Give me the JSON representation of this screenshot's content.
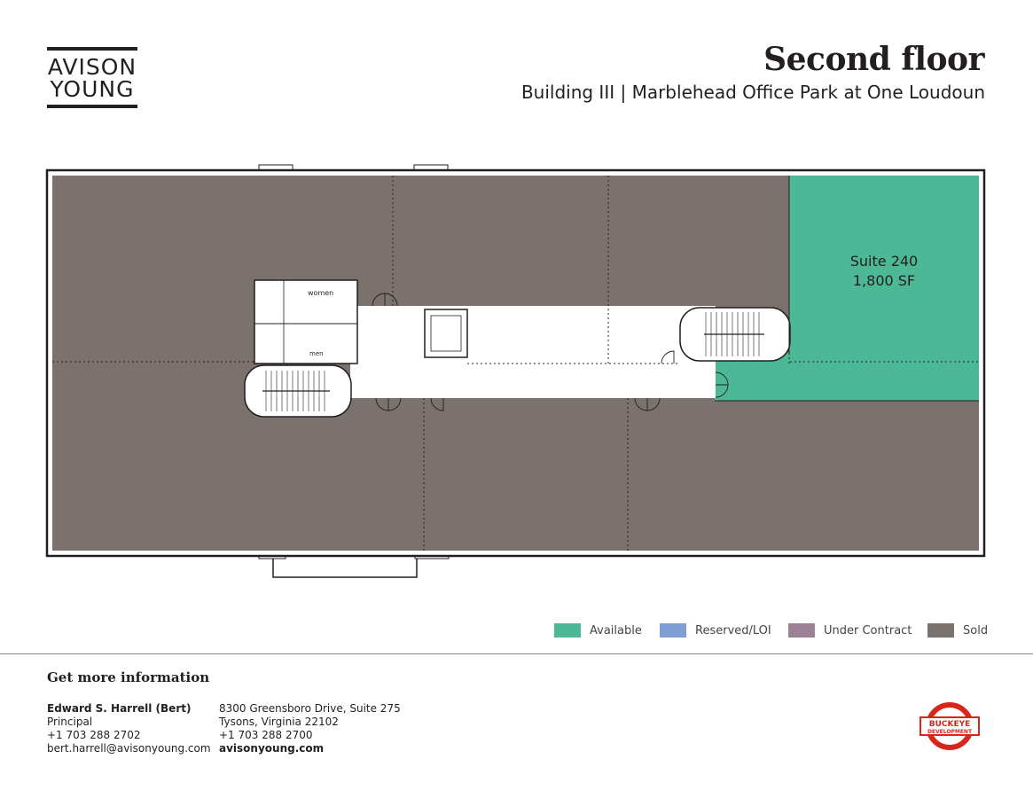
{
  "logo": {
    "line1": "AVISON",
    "line2": "YOUNG"
  },
  "header": {
    "title": "Second floor",
    "subtitle": "Building III | Marblehead Office Park at One Loudoun"
  },
  "plan": {
    "suite": {
      "name": "Suite 240",
      "area": "1,800 SF",
      "status": "Available"
    },
    "restroom_labels": {
      "women": "women",
      "men": "men"
    }
  },
  "legend": [
    {
      "label": "Available",
      "color": "#4db896"
    },
    {
      "label": "Reserved/LOI",
      "color": "#7f9fd4"
    },
    {
      "label": "Under Contract",
      "color": "#9d8196"
    },
    {
      "label": "Sold",
      "color": "#7b716d"
    }
  ],
  "footer": {
    "heading": "Get more information",
    "contact": {
      "name": "Edward S. Harrell (Bert)",
      "role": "Principal",
      "phone": "+1 703 288 2702",
      "email": "bert.harrell@avisonyoung.com"
    },
    "office": {
      "address1": "8300 Greensboro Drive, Suite 275",
      "address2": "Tysons, Virginia 22102",
      "phone": "+1 703 288 2700",
      "website": "avisonyoung.com"
    },
    "brand": {
      "line1": "BUCKEYE",
      "line2": "DEVELOPMENT"
    }
  }
}
